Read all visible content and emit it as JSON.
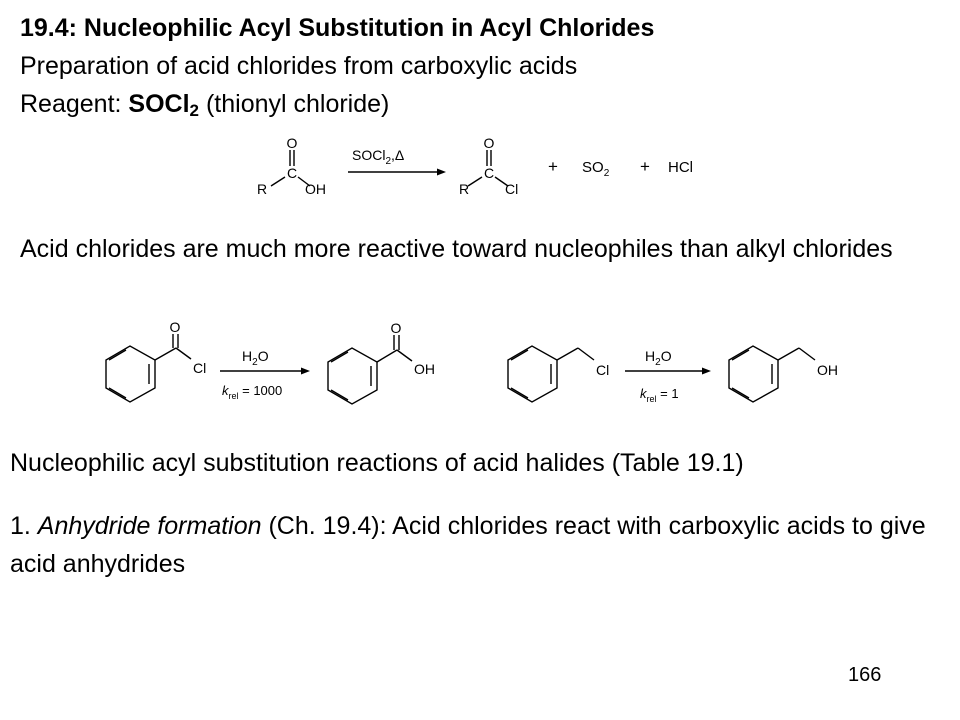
{
  "slide": {
    "title": "19.4:  Nucleophilic Acyl Substitution in Acyl Chlorides",
    "subtitle": "Preparation of acid chlorides from carboxylic acids",
    "reagent_label": "Reagent:  ",
    "reagent_formula_main": "SOCl",
    "reagent_formula_sub": "2",
    "reagent_name": " (thionyl chloride)",
    "para_reactivity": "Acid chlorides are much more reactive toward nucleophiles than alkyl chlorides",
    "para_reactions": "Nucleophilic acyl substitution reactions of acid halides (Table 19.1)",
    "item1_number": "1.  ",
    "item1_italic": "Anhydride formation",
    "item1_rest": " (Ch. 19.4):  Acid chlorides react with carboxylic acids to give acid anhydrides",
    "page_number": "166"
  },
  "scheme1": {
    "acid_R": "R",
    "acid_C": "C",
    "acid_O": "O",
    "acid_OH": "OH",
    "arrow_reagent_main": "SOCl",
    "arrow_reagent_sub": "2",
    "arrow_reagent_cond": ",Δ",
    "product_R": "R",
    "product_C": "C",
    "product_O": "O",
    "product_Cl": "Cl",
    "plus1": "+",
    "so2_main": "SO",
    "so2_sub": "2",
    "plus2": "+",
    "hcl": "HCl"
  },
  "scheme2": {
    "rxn1": {
      "sm_O": "O",
      "sm_Cl": "Cl",
      "reagent_H": "H",
      "reagent_sub": "2",
      "reagent_O": "O",
      "k_label": "k",
      "k_sub": "rel",
      "k_value": " = 1000",
      "prod_O": "O",
      "prod_OH": "OH"
    },
    "rxn2": {
      "sm_Cl": "Cl",
      "reagent_H": "H",
      "reagent_sub": "2",
      "reagent_O": "O",
      "k_label": "k",
      "k_sub": "rel",
      "k_value": " = 1",
      "prod_OH": "OH"
    }
  }
}
